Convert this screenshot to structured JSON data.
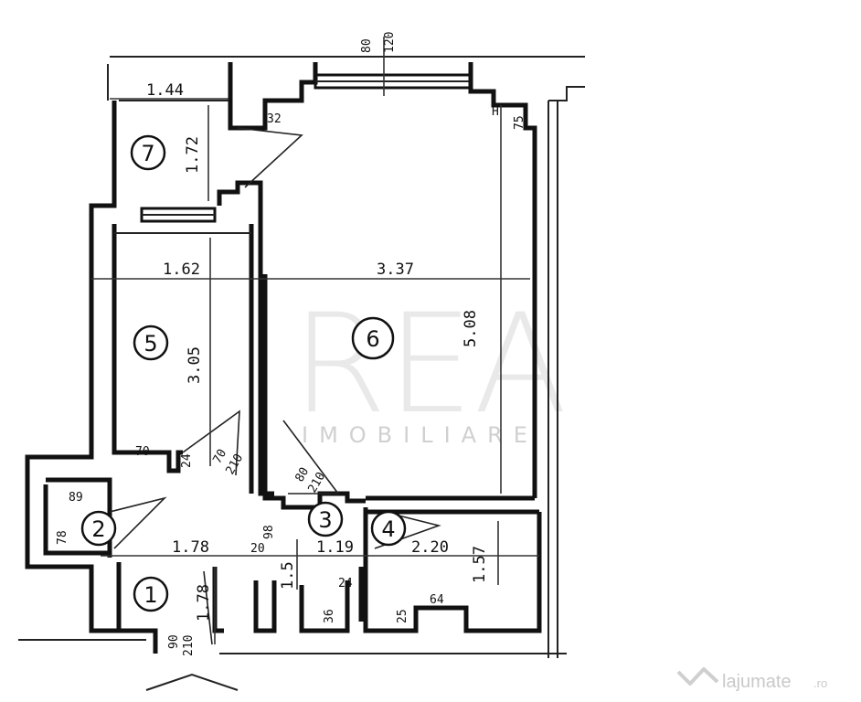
{
  "watermark": {
    "brand": "REA",
    "sub": "IMOBILIARE"
  },
  "site_logo": {
    "name": "lajumate",
    "tld": ".ro"
  },
  "rooms": [
    {
      "id": "1",
      "label": "1"
    },
    {
      "id": "2",
      "label": "2"
    },
    {
      "id": "3",
      "label": "3"
    },
    {
      "id": "4",
      "label": "4"
    },
    {
      "id": "5",
      "label": "5"
    },
    {
      "id": "6",
      "label": "6"
    },
    {
      "id": "7",
      "label": "7"
    }
  ],
  "dimensions": {
    "room7_width": "1.44",
    "room7_height": "1.72",
    "room5_width": "1.62",
    "room5_height": "3.05",
    "room6_width": "3.37",
    "room6_height": "5.08",
    "hall_width": "1.78",
    "room1_height": "1.78",
    "room3_width": "1.19",
    "room3_height": "1.5",
    "room4_width": "2.20",
    "room4_height": "1.57",
    "wall_32": "32",
    "wall_top_left": "80",
    "wall_top_right": "120",
    "right_small": "75",
    "right_small_2": "H",
    "wall_70": "70",
    "wall_24": "24",
    "door5_a": "70",
    "door5_b": "210",
    "door6_a": "80",
    "door6_b": "210",
    "door2_a": "89",
    "door2_b": "78",
    "wall_20": "20",
    "wall_98": "98",
    "wall_24b": "24",
    "wall_36": "36",
    "wall_25": "25",
    "wall_64": "64",
    "entry_a": "90",
    "entry_b": "210"
  }
}
